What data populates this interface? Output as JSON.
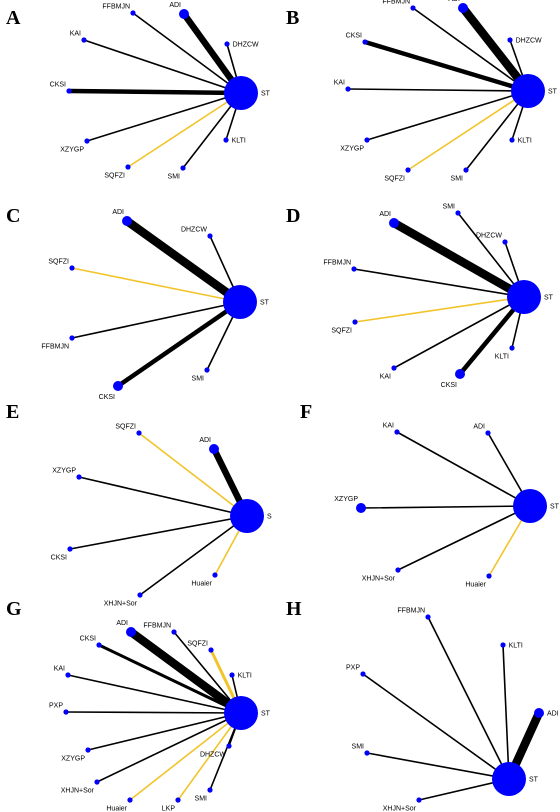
{
  "colors": {
    "node": "#0000ff",
    "edge_default": "#000000",
    "edge_highlight": "#f2c42a",
    "label": "#000000"
  },
  "panels": [
    {
      "letter": "A",
      "nodes": [
        {
          "id": "ST",
          "label": "ST",
          "weight": 5
        },
        {
          "id": "ADI",
          "label": "ADI",
          "weight": 2
        },
        {
          "id": "FFBMJN",
          "label": "FFBMJN",
          "weight": 1
        },
        {
          "id": "DHZCW",
          "label": "DHZCW",
          "weight": 1
        },
        {
          "id": "KAI",
          "label": "KAI",
          "weight": 1
        },
        {
          "id": "CKSI",
          "label": "CKSI",
          "weight": 1
        },
        {
          "id": "XZYGP",
          "label": "XZYGP",
          "weight": 1
        },
        {
          "id": "SQFZI",
          "label": "SQFZI",
          "weight": 1
        },
        {
          "id": "SMI",
          "label": "SMI",
          "weight": 1
        },
        {
          "id": "KLTI",
          "label": "KLTI",
          "weight": 1
        }
      ],
      "edges": [
        {
          "a": "ST",
          "b": "ADI",
          "weight": 4,
          "highlight": false
        },
        {
          "a": "ST",
          "b": "FFBMJN",
          "weight": 1,
          "highlight": false
        },
        {
          "a": "ST",
          "b": "DHZCW",
          "weight": 1,
          "highlight": false
        },
        {
          "a": "ST",
          "b": "KAI",
          "weight": 1,
          "highlight": false
        },
        {
          "a": "ST",
          "b": "CKSI",
          "weight": 3,
          "highlight": false
        },
        {
          "a": "ST",
          "b": "XZYGP",
          "weight": 1,
          "highlight": false
        },
        {
          "a": "ST",
          "b": "SQFZI",
          "weight": 1,
          "highlight": true
        },
        {
          "a": "ST",
          "b": "SMI",
          "weight": 1,
          "highlight": false
        },
        {
          "a": "ST",
          "b": "KLTI",
          "weight": 1,
          "highlight": false
        }
      ]
    },
    {
      "letter": "B",
      "nodes": [
        {
          "id": "ST",
          "label": "ST",
          "weight": 5
        },
        {
          "id": "ADI",
          "label": "ADI",
          "weight": 2
        },
        {
          "id": "FFBMJN",
          "label": "FFBMJN",
          "weight": 1
        },
        {
          "id": "DHZCW",
          "label": "DHZCW",
          "weight": 1
        },
        {
          "id": "CKSI",
          "label": "CKSI",
          "weight": 1
        },
        {
          "id": "KAI",
          "label": "KAI",
          "weight": 1
        },
        {
          "id": "XZYGP",
          "label": "XZYGP",
          "weight": 1
        },
        {
          "id": "SQFZI",
          "label": "SQFZI",
          "weight": 1
        },
        {
          "id": "SMI",
          "label": "SMI",
          "weight": 1
        },
        {
          "id": "KLTI",
          "label": "KLTI",
          "weight": 1
        }
      ],
      "edges": [
        {
          "a": "ST",
          "b": "ADI",
          "weight": 5,
          "highlight": false
        },
        {
          "a": "ST",
          "b": "FFBMJN",
          "weight": 1,
          "highlight": false
        },
        {
          "a": "ST",
          "b": "DHZCW",
          "weight": 1,
          "highlight": false
        },
        {
          "a": "ST",
          "b": "CKSI",
          "weight": 3,
          "highlight": false
        },
        {
          "a": "ST",
          "b": "KAI",
          "weight": 1,
          "highlight": false
        },
        {
          "a": "ST",
          "b": "XZYGP",
          "weight": 1,
          "highlight": false
        },
        {
          "a": "ST",
          "b": "SQFZI",
          "weight": 1,
          "highlight": true
        },
        {
          "a": "ST",
          "b": "SMI",
          "weight": 1,
          "highlight": false
        },
        {
          "a": "ST",
          "b": "KLTI",
          "weight": 1,
          "highlight": false
        }
      ]
    },
    {
      "letter": "C",
      "nodes": [
        {
          "id": "ST",
          "label": "ST",
          "weight": 5
        },
        {
          "id": "ADI",
          "label": "ADI",
          "weight": 2
        },
        {
          "id": "DHZCW",
          "label": "DHZCW",
          "weight": 1
        },
        {
          "id": "SQFZI",
          "label": "SQFZI",
          "weight": 1
        },
        {
          "id": "FFBMJN",
          "label": "FFBMJN",
          "weight": 1
        },
        {
          "id": "CKSI",
          "label": "CKSI",
          "weight": 2
        },
        {
          "id": "SMI",
          "label": "SMI",
          "weight": 1
        }
      ],
      "edges": [
        {
          "a": "ST",
          "b": "ADI",
          "weight": 5,
          "highlight": false
        },
        {
          "a": "ST",
          "b": "DHZCW",
          "weight": 1,
          "highlight": false
        },
        {
          "a": "ST",
          "b": "SQFZI",
          "weight": 1,
          "highlight": true
        },
        {
          "a": "ST",
          "b": "FFBMJN",
          "weight": 1,
          "highlight": false
        },
        {
          "a": "ST",
          "b": "CKSI",
          "weight": 3,
          "highlight": false
        },
        {
          "a": "ST",
          "b": "SMI",
          "weight": 1,
          "highlight": false
        }
      ]
    },
    {
      "letter": "D",
      "nodes": [
        {
          "id": "ST",
          "label": "ST",
          "weight": 5
        },
        {
          "id": "ADI",
          "label": "ADI",
          "weight": 2
        },
        {
          "id": "SMI",
          "label": "SMI",
          "weight": 1
        },
        {
          "id": "DHZCW",
          "label": "DHZCW",
          "weight": 1
        },
        {
          "id": "FFBMJN",
          "label": "FFBMJN",
          "weight": 1
        },
        {
          "id": "SQFZI",
          "label": "SQFZI",
          "weight": 1
        },
        {
          "id": "KAI",
          "label": "KAI",
          "weight": 1
        },
        {
          "id": "CKSI",
          "label": "CKSI",
          "weight": 2
        },
        {
          "id": "KLTI",
          "label": "KLTI",
          "weight": 1
        }
      ],
      "edges": [
        {
          "a": "ST",
          "b": "ADI",
          "weight": 5,
          "highlight": false
        },
        {
          "a": "ST",
          "b": "SMI",
          "weight": 1,
          "highlight": false
        },
        {
          "a": "ST",
          "b": "DHZCW",
          "weight": 1,
          "highlight": false
        },
        {
          "a": "ST",
          "b": "FFBMJN",
          "weight": 1,
          "highlight": false
        },
        {
          "a": "ST",
          "b": "SQFZI",
          "weight": 1,
          "highlight": true
        },
        {
          "a": "ST",
          "b": "KAI",
          "weight": 1,
          "highlight": false
        },
        {
          "a": "ST",
          "b": "CKSI",
          "weight": 3,
          "highlight": false
        },
        {
          "a": "ST",
          "b": "KLTI",
          "weight": 1,
          "highlight": false
        }
      ]
    },
    {
      "letter": "E",
      "nodes": [
        {
          "id": "S",
          "label": "S",
          "weight": 5
        },
        {
          "id": "SQFZI",
          "label": "SQFZI",
          "weight": 1
        },
        {
          "id": "ADI",
          "label": "ADI",
          "weight": 2
        },
        {
          "id": "XZYGP",
          "label": "XZYGP",
          "weight": 1
        },
        {
          "id": "CKSI",
          "label": "CKSI",
          "weight": 1
        },
        {
          "id": "XHJN+Sor",
          "label": "XHJN+Sor",
          "weight": 1
        },
        {
          "id": "Huaier",
          "label": "Huaier",
          "weight": 1
        }
      ],
      "edges": [
        {
          "a": "S",
          "b": "SQFZI",
          "weight": 1,
          "highlight": true
        },
        {
          "a": "S",
          "b": "ADI",
          "weight": 4,
          "highlight": false
        },
        {
          "a": "S",
          "b": "XZYGP",
          "weight": 1,
          "highlight": false
        },
        {
          "a": "S",
          "b": "CKSI",
          "weight": 1,
          "highlight": false
        },
        {
          "a": "S",
          "b": "XHJN+Sor",
          "weight": 1,
          "highlight": false
        },
        {
          "a": "S",
          "b": "Huaier",
          "weight": 1,
          "highlight": true
        }
      ]
    },
    {
      "letter": "F",
      "nodes": [
        {
          "id": "ST",
          "label": "ST",
          "weight": 5
        },
        {
          "id": "KAI",
          "label": "KAI",
          "weight": 1
        },
        {
          "id": "ADI",
          "label": "ADI",
          "weight": 1
        },
        {
          "id": "XZYGP",
          "label": "XZYGP",
          "weight": 2
        },
        {
          "id": "XHJN+Sor",
          "label": "XHJN+Sor",
          "weight": 1
        },
        {
          "id": "Huaier",
          "label": "Huaier",
          "weight": 1
        }
      ],
      "edges": [
        {
          "a": "ST",
          "b": "KAI",
          "weight": 1,
          "highlight": false
        },
        {
          "a": "ST",
          "b": "ADI",
          "weight": 1,
          "highlight": false
        },
        {
          "a": "ST",
          "b": "XZYGP",
          "weight": 1,
          "highlight": false
        },
        {
          "a": "ST",
          "b": "XHJN+Sor",
          "weight": 1,
          "highlight": false
        },
        {
          "a": "ST",
          "b": "Huaier",
          "weight": 1,
          "highlight": true
        }
      ]
    },
    {
      "letter": "G",
      "nodes": [
        {
          "id": "ST",
          "label": "ST",
          "weight": 5
        },
        {
          "id": "ADI",
          "label": "ADI",
          "weight": 2
        },
        {
          "id": "CKSI",
          "label": "CKSI",
          "weight": 1
        },
        {
          "id": "FFBMJN",
          "label": "FFBMJN",
          "weight": 1
        },
        {
          "id": "SQFZI",
          "label": "SQFZI",
          "weight": 1
        },
        {
          "id": "KLTI",
          "label": "KLTI",
          "weight": 1
        },
        {
          "id": "KAI",
          "label": "KAI",
          "weight": 1
        },
        {
          "id": "PXP",
          "label": "PXP",
          "weight": 1
        },
        {
          "id": "XZYGP",
          "label": "XZYGP",
          "weight": 1
        },
        {
          "id": "XHJN+Sor",
          "label": "XHJN+Sor",
          "weight": 1
        },
        {
          "id": "Huaier",
          "label": "Huaier",
          "weight": 1
        },
        {
          "id": "LKP",
          "label": "LKP",
          "weight": 1
        },
        {
          "id": "SMI",
          "label": "SMI",
          "weight": 1
        },
        {
          "id": "DHZCW",
          "label": "DHZCW",
          "weight": 1
        }
      ],
      "edges": [
        {
          "a": "ST",
          "b": "ADI",
          "weight": 5,
          "highlight": false
        },
        {
          "a": "ST",
          "b": "CKSI",
          "weight": 2,
          "highlight": false
        },
        {
          "a": "ST",
          "b": "FFBMJN",
          "weight": 1,
          "highlight": false
        },
        {
          "a": "ST",
          "b": "SQFZI",
          "weight": 2,
          "highlight": true
        },
        {
          "a": "ST",
          "b": "KLTI",
          "weight": 1,
          "highlight": false
        },
        {
          "a": "ST",
          "b": "KAI",
          "weight": 1,
          "highlight": false
        },
        {
          "a": "ST",
          "b": "PXP",
          "weight": 1,
          "highlight": false
        },
        {
          "a": "ST",
          "b": "XZYGP",
          "weight": 1,
          "highlight": false
        },
        {
          "a": "ST",
          "b": "XHJN+Sor",
          "weight": 1,
          "highlight": false
        },
        {
          "a": "ST",
          "b": "Huaier",
          "weight": 1,
          "highlight": true
        },
        {
          "a": "ST",
          "b": "LKP",
          "weight": 1,
          "highlight": true
        },
        {
          "a": "ST",
          "b": "SMI",
          "weight": 1,
          "highlight": false
        },
        {
          "a": "ST",
          "b": "DHZCW",
          "weight": 1,
          "highlight": false
        }
      ]
    },
    {
      "letter": "H",
      "nodes": [
        {
          "id": "ST",
          "label": "ST",
          "weight": 5
        },
        {
          "id": "FFBMJN",
          "label": "FFBMJN",
          "weight": 1
        },
        {
          "id": "KLTI",
          "label": "KLTI",
          "weight": 1
        },
        {
          "id": "PXP",
          "label": "PXP",
          "weight": 1
        },
        {
          "id": "ADI",
          "label": "ADI",
          "weight": 2
        },
        {
          "id": "SMI",
          "label": "SMI",
          "weight": 1
        },
        {
          "id": "XHJN+Sor",
          "label": "XHJN+Sor",
          "weight": 1
        }
      ],
      "edges": [
        {
          "a": "ST",
          "b": "FFBMJN",
          "weight": 1,
          "highlight": false
        },
        {
          "a": "ST",
          "b": "KLTI",
          "weight": 1,
          "highlight": false
        },
        {
          "a": "ST",
          "b": "PXP",
          "weight": 1,
          "highlight": false
        },
        {
          "a": "ST",
          "b": "ADI",
          "weight": 5,
          "highlight": false
        },
        {
          "a": "ST",
          "b": "SMI",
          "weight": 1,
          "highlight": false
        },
        {
          "a": "ST",
          "b": "XHJN+Sor",
          "weight": 1,
          "highlight": false
        }
      ]
    }
  ]
}
